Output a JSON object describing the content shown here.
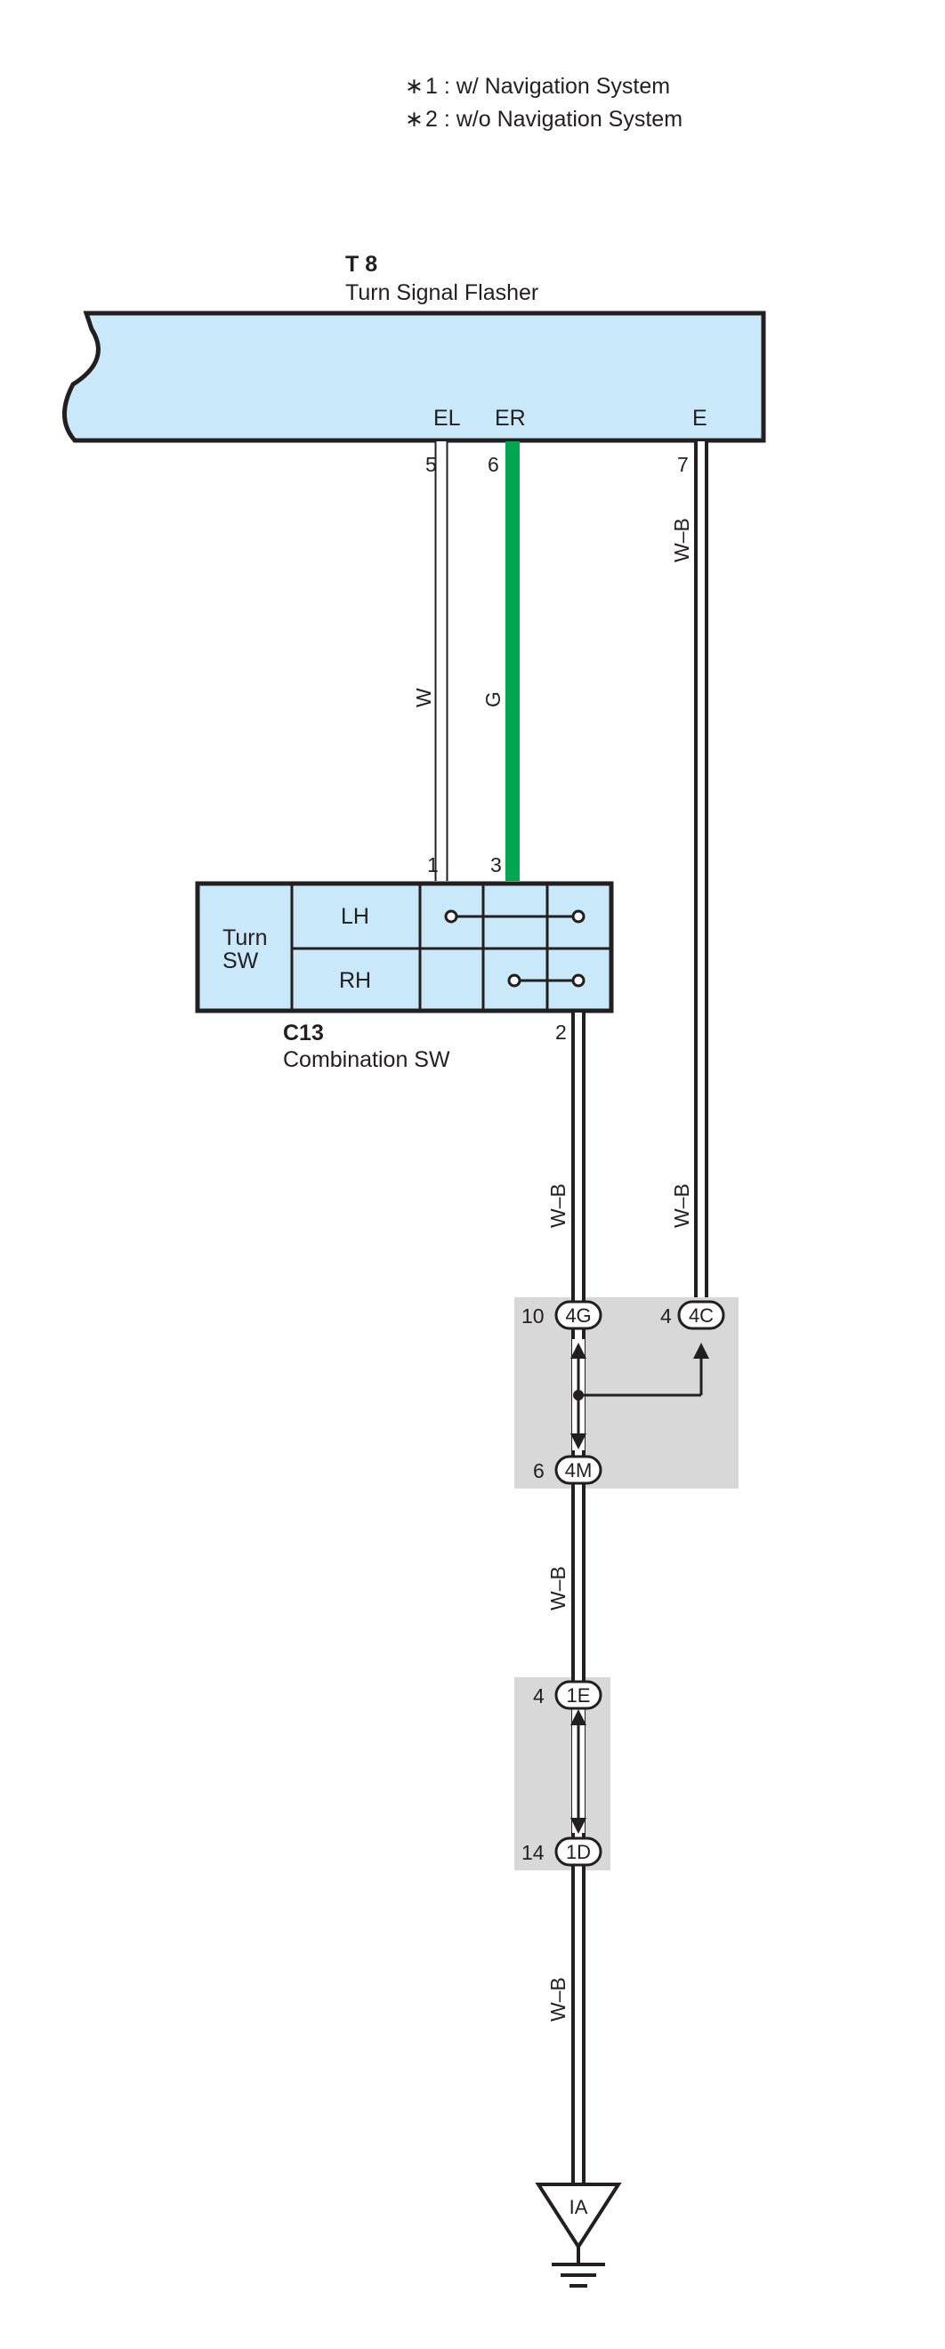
{
  "notes": [
    {
      "marker": "∗",
      "text": "1 : w/ Navigation System"
    },
    {
      "marker": "∗",
      "text": "2 : w/o Navigation System"
    }
  ],
  "flasher": {
    "code": "T 8",
    "name": "Turn Signal Flasher",
    "terminals": {
      "el": "EL",
      "er": "ER",
      "e": "E"
    },
    "pins": {
      "el": "5",
      "er": "6",
      "e": "7"
    }
  },
  "wires": {
    "el": {
      "color_code": "W",
      "color": "#ffffff"
    },
    "er": {
      "color_code": "G",
      "color": "#00a650"
    },
    "e": {
      "color_code": "W–B"
    },
    "sw_to_4g": {
      "color_code": "W–B"
    },
    "e_to_4c": {
      "color_code": "W–B"
    },
    "4m_to_1e": {
      "color_code": "W–B"
    },
    "1d_to_ground": {
      "color_code": "W–B"
    }
  },
  "combination_sw": {
    "code": "C13",
    "name": "Combination SW",
    "title_line1": "Turn",
    "title_line2": "SW",
    "rows": [
      "LH",
      "RH"
    ],
    "pins": {
      "top_left": "1",
      "top_right": "3",
      "bottom": "2"
    }
  },
  "junctions": {
    "j4g": {
      "label": "4G",
      "pin": "10"
    },
    "j4c": {
      "label": "4C",
      "pin": "4"
    },
    "j4m": {
      "label": "4M",
      "pin": "6"
    },
    "j1e": {
      "label": "1E",
      "pin": "4"
    },
    "j1d": {
      "label": "1D",
      "pin": "14"
    }
  },
  "ground": {
    "label": "IA"
  },
  "colors": {
    "connector_fill": "#c9e8f9",
    "junction_block": "#d8d8d9",
    "ink": "#231f20",
    "green_wire": "#00a650"
  }
}
